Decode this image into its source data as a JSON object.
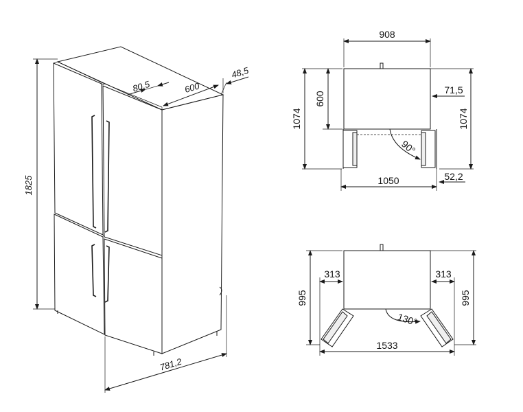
{
  "iso_view": {
    "height": "1825",
    "depth_total": "781,2",
    "width_label": "600",
    "door_gap": "80,5",
    "top_offset": "48,5"
  },
  "top_view_90": {
    "width": "908",
    "depth": "600",
    "total_depth_left": "1074",
    "total_depth_right": "1074",
    "side_offset": "71,5",
    "open_width": "1050",
    "open_offset": "52,2",
    "angle": "90°"
  },
  "top_view_130": {
    "depth_left": "995",
    "depth_right": "995",
    "side_left": "313",
    "side_right": "313",
    "open_width": "1533",
    "angle": "130°"
  }
}
